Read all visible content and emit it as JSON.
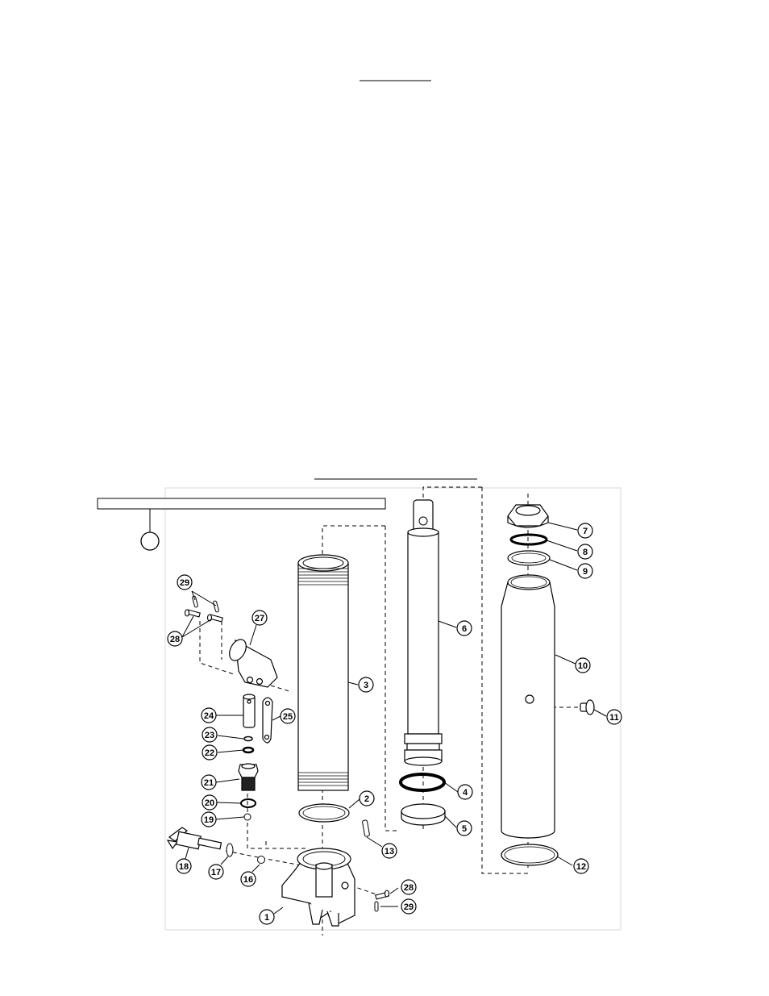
{
  "diagram": {
    "callouts": [
      {
        "id": "c1",
        "label": "1"
      },
      {
        "id": "c2",
        "label": "2"
      },
      {
        "id": "c3",
        "label": "3"
      },
      {
        "id": "c4",
        "label": "4"
      },
      {
        "id": "c5",
        "label": "5"
      },
      {
        "id": "c6",
        "label": "6"
      },
      {
        "id": "c7",
        "label": "7"
      },
      {
        "id": "c8",
        "label": "8"
      },
      {
        "id": "c9",
        "label": "9"
      },
      {
        "id": "c10",
        "label": "10"
      },
      {
        "id": "c11",
        "label": "11"
      },
      {
        "id": "c12",
        "label": "12"
      },
      {
        "id": "c13",
        "label": "13"
      },
      {
        "id": "c16",
        "label": "16"
      },
      {
        "id": "c17",
        "label": "17"
      },
      {
        "id": "c18",
        "label": "18"
      },
      {
        "id": "c19",
        "label": "19"
      },
      {
        "id": "c20",
        "label": "20"
      },
      {
        "id": "c21",
        "label": "21"
      },
      {
        "id": "c22",
        "label": "22"
      },
      {
        "id": "c23",
        "label": "23"
      },
      {
        "id": "c24",
        "label": "24"
      },
      {
        "id": "c25",
        "label": "25"
      },
      {
        "id": "c27",
        "label": "27"
      },
      {
        "id": "c28a",
        "label": "28"
      },
      {
        "id": "c28b",
        "label": "28"
      },
      {
        "id": "c29a",
        "label": "29"
      },
      {
        "id": "c29b",
        "label": "29"
      }
    ]
  }
}
